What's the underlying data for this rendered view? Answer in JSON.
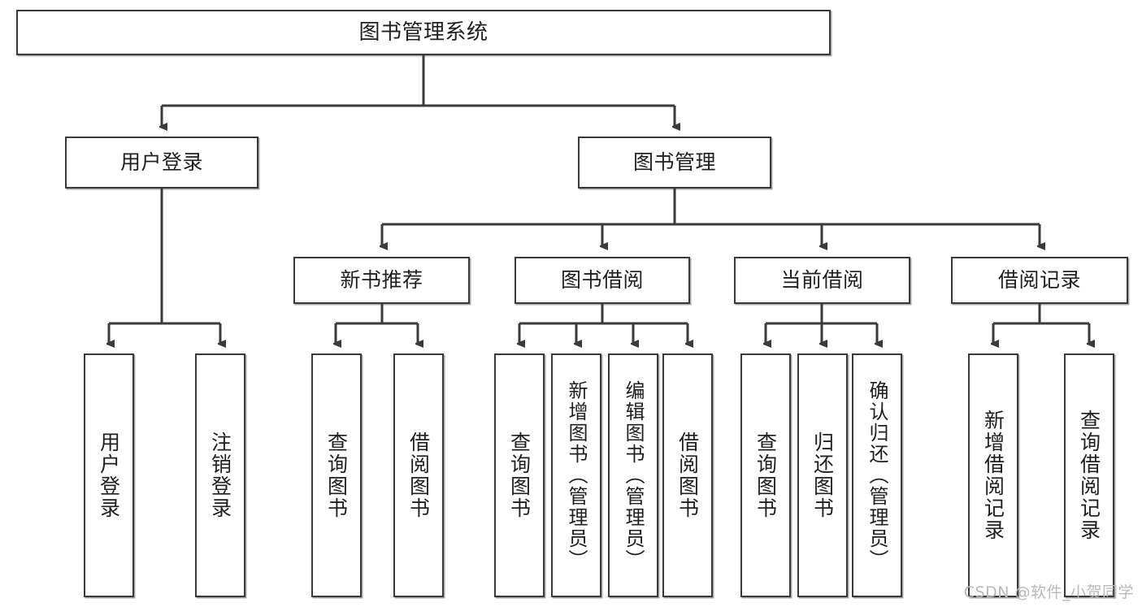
{
  "diagram": {
    "title": "图书管理系统",
    "type": "tree-hierarchy-diagram",
    "colors": {
      "box_border": "#3a3a3a",
      "box_fill": "#ffffff",
      "connector": "#3a3a3a",
      "text": "#1f1f1f",
      "watermark": "#b9b9b9"
    },
    "levels": {
      "root": {
        "label": "图书管理系统"
      },
      "level2": [
        {
          "id": "user-login",
          "label": "用户登录"
        },
        {
          "id": "book-management",
          "label": "图书管理"
        }
      ],
      "level3": [
        {
          "id": "new-book-recommend",
          "label": "新书推荐"
        },
        {
          "id": "book-borrow",
          "label": "图书借阅"
        },
        {
          "id": "current-borrow",
          "label": "当前借阅"
        },
        {
          "id": "borrow-record",
          "label": "借阅记录"
        }
      ],
      "leaves": {
        "user_login": [
          {
            "id": "leaf-user-login",
            "label": "用户登录"
          },
          {
            "id": "leaf-logout-login",
            "label": "注销登录"
          }
        ],
        "new_book_recommend": [
          {
            "id": "leaf-query-book-1",
            "label": "查询图书"
          },
          {
            "id": "leaf-borrow-book-1",
            "label": "借阅图书"
          }
        ],
        "book_borrow": [
          {
            "id": "leaf-query-book-2",
            "label": "查询图书"
          },
          {
            "id": "leaf-add-book",
            "label": "新增图书（管理员）"
          },
          {
            "id": "leaf-edit-book",
            "label": "编辑图书（管理员）"
          },
          {
            "id": "leaf-borrow-book-2",
            "label": "借阅图书"
          }
        ],
        "current_borrow": [
          {
            "id": "leaf-query-book-3",
            "label": "查询图书"
          },
          {
            "id": "leaf-return-book",
            "label": "归还图书"
          },
          {
            "id": "leaf-confirm-return",
            "label": "确认归还（管理员）"
          }
        ],
        "borrow_record": [
          {
            "id": "leaf-add-borrow-record",
            "label": "新增借阅记录"
          },
          {
            "id": "leaf-query-borrow-record",
            "label": "查询借阅记录"
          }
        ]
      }
    }
  },
  "watermark": {
    "text": "CSDN @软件_小贺同学"
  }
}
